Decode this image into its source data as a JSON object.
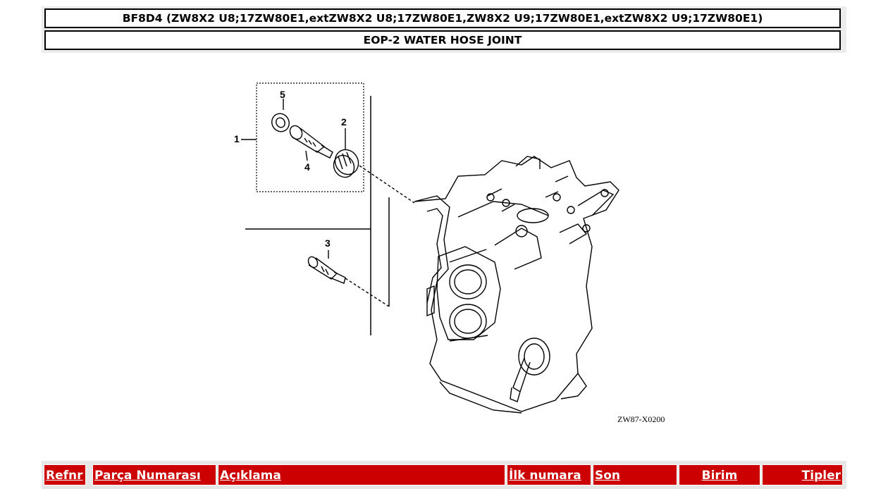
{
  "header": {
    "model_line": "BF8D4 (ZW8X2 U8;17ZW80E1,extZW8X2 U8;17ZW80E1,ZW8X2 U9;17ZW80E1,extZW8X2 U9;17ZW80E1)",
    "section_title": "EOP-2 WATER HOSE JOINT"
  },
  "diagram": {
    "callouts": [
      "1",
      "2",
      "3",
      "4",
      "5"
    ],
    "figure_code": "ZW87-X0200"
  },
  "parts_table": {
    "columns": [
      "Refnr",
      "Parça Numarası",
      "Açıklama",
      "İlk numara",
      "Son",
      "Birim",
      "Tipler"
    ]
  },
  "colors": {
    "header_bg": "#cc0000",
    "header_text": "#ffffff",
    "border": "#000000"
  }
}
